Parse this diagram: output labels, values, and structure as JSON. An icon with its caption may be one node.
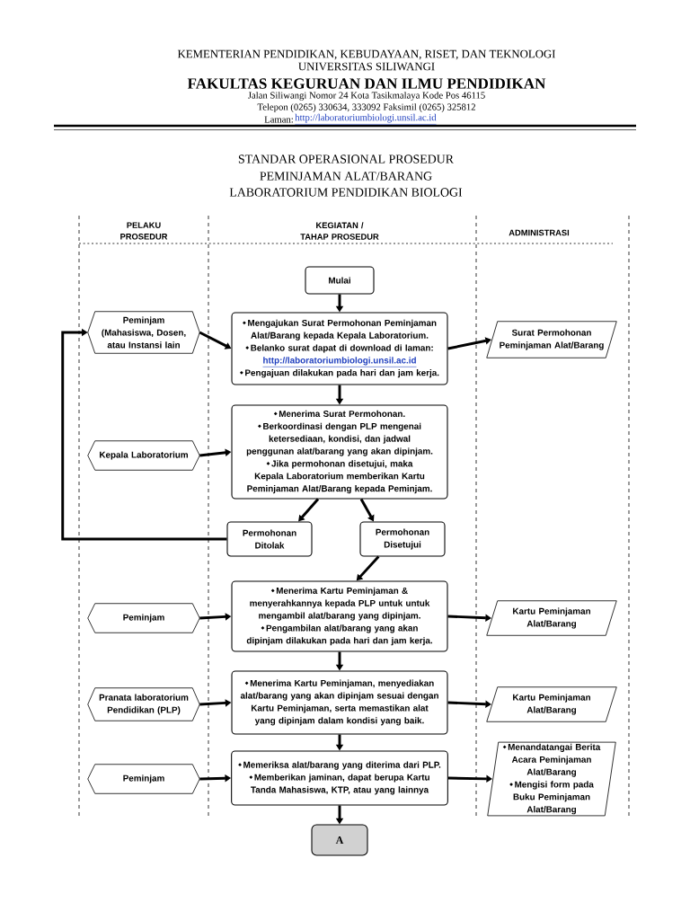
{
  "diagram": {
    "nodes": [
      {
        "text": [
          "Mulai"
        ]
      },
      {
        "text": [
          "Peminjam (Mahasiswa, Dosen, atau Instansi lain"
        ]
      },
      {
        "text": [
          "Mengajukan Surat Permohonan Peminjaman Alat/Barang kepada Kepala Laboratorium.",
          "Belanko surat dapat di download di laman:",
          "http://laboratoriumbiologi.unsil.ac.id",
          "Pengajuan dilakukan pada hari dan jam kerja."
        ]
      },
      {
        "text": [
          "Surat Permohonan Peminjaman Alat/Barang"
        ]
      },
      {
        "text": [
          "Kepala Laboratorium"
        ]
      },
      {
        "text": [
          "Menerima Surat Permohonan.",
          "Berkoordinasi dengan PLP mengenai ketersediaan, kondisi, dan jadwal penggunan alat/barang yang akan dipinjam.",
          "Jika permohonan disetujui, maka Kepala Laboratorium memberikan Kartu Peminjaman Alat/Barang kepada Peminjam."
        ]
      },
      {
        "text": [
          "Permohonan Ditolak"
        ]
      },
      {
        "text": [
          "Permohonan Disetujui"
        ]
      },
      {
        "text": [
          "Peminjam"
        ]
      },
      {
        "text": [
          "Menerima Kartu Peminjaman & menyerahkannya kepada PLP untuk untuk mengambil alat/barang yang dipinjam.",
          "Pengambilan alat/barang yang akan dipinjam dilakukan pada hari dan jam kerja."
        ]
      },
      {
        "text": [
          "Kartu Peminjaman Alat/Barang"
        ]
      },
      {
        "text": [
          "Pranata laboratorium Pendidikan (PLP)"
        ]
      },
      {
        "text": [
          "Menerima Kartu Peminjaman, menyediakan alat/barang yang akan dipinjam sesuai dengan Kartu Peminjaman, serta memastikan alat yang dipinjam dalam kondisi yang baik."
        ]
      },
      {
        "text": [
          "Kartu Peminjaman Alat/Barang"
        ]
      },
      {
        "text": [
          "Peminjam"
        ]
      },
      {
        "text": [
          "Memeriksa alat/barang yang diterima dari PLP.",
          "Memberikan jaminan, dapat berupa Kartu Tanda Mahasiswa, KTP, atau yang lainnya"
        ]
      },
      {
        "text": [
          "Menandatangai Berita Acara Peminjaman Alat/Barang",
          "Mengisi form pada Buku Peminjaman Alat/Barang"
        ]
      },
      {
        "text": [
          "A"
        ]
      }
    ],
    "edges": [
      {
        "from": 0,
        "to": 2,
        "arrow": "to"
      },
      {
        "from": 1,
        "to": 2,
        "arrow": "to"
      },
      {
        "from": 2,
        "to": 3,
        "arrow": "to"
      },
      {
        "from": 2,
        "to": 5,
        "arrow": "to"
      },
      {
        "from": 4,
        "to": 5,
        "arrow": "to"
      },
      {
        "from": 5,
        "to": 6,
        "arrow": "to"
      },
      {
        "from": 5,
        "to": 7,
        "arrow": "to"
      },
      {
        "from": 6,
        "to": 1,
        "arrow": "to"
      },
      {
        "from": 7,
        "to": 9,
        "arrow": "to"
      },
      {
        "from": 8,
        "to": 9,
        "arrow": "to"
      },
      {
        "from": 9,
        "to": 10,
        "arrow": "to"
      },
      {
        "from": 9,
        "to": 12,
        "arrow": "to"
      },
      {
        "from": 11,
        "to": 12,
        "arrow": "to"
      },
      {
        "from": 12,
        "to": 13,
        "arrow": "to"
      },
      {
        "from": 12,
        "to": 15,
        "arrow": "to"
      },
      {
        "from": 14,
        "to": 15,
        "arrow": "to"
      },
      {
        "from": 15,
        "to": 16,
        "arrow": "to"
      },
      {
        "from": 15,
        "to": 17,
        "arrow": "to"
      }
    ],
    "labels": [
      "KEMENTERIAN PENDIDIKAN, KEBUDAYAAN, RISET, DAN TEKNOLOGI",
      "UNIVERSITAS SILIWANGI",
      "FAKULTAS KEGURUAN DAN ILMU PENDIDIKAN",
      "Jalan Siliwangi Nomor 24 Kota Tasikmalaya Kode Pos 46115",
      "Telepon (0265) 330634, 333092 Faksimil (0265) 325812",
      "Laman:",
      "http://laboratoriumbiologi.unsil.ac.id",
      "STANDAR OPERASIONAL PROSEDUR",
      "PEMINJAMAN ALAT/BARANG",
      "LABORATORIUM PENDIDIKAN BIOLOGI",
      "PELAKU PROSEDUR",
      "KEGIATAN / TAHAP PROSEDUR",
      "ADMINISTRASI"
    ]
  }
}
